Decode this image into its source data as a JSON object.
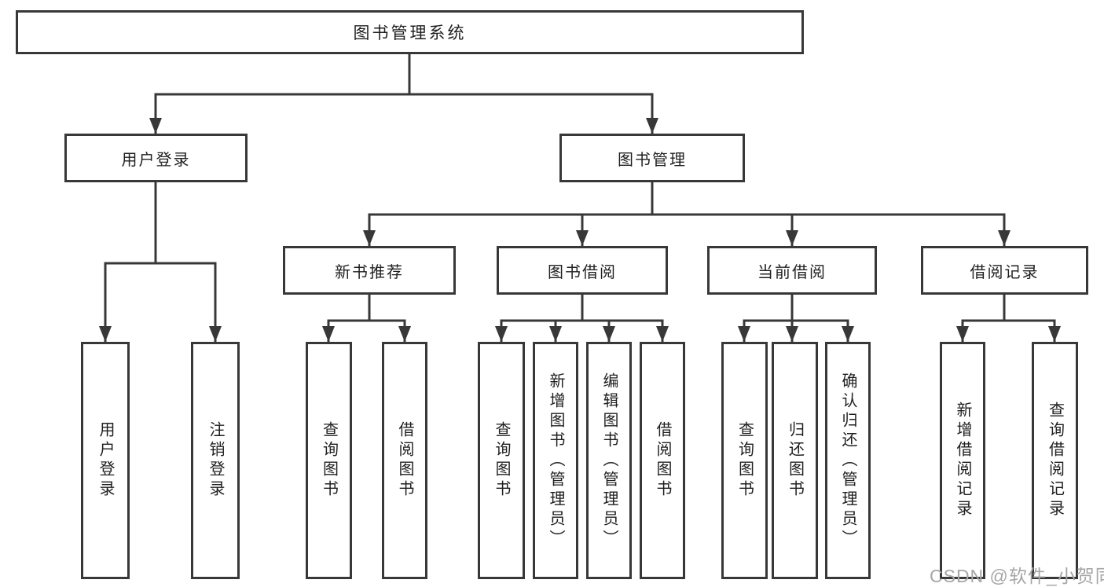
{
  "colors": {
    "line": "#383838",
    "box_border": "#383838",
    "text": "#1f1f1f",
    "background": "#ffffff",
    "watermark": "#a6a6a6"
  },
  "tree": {
    "root": {
      "label": "图书管理系统"
    },
    "branches": [
      {
        "label": "用户登录",
        "children": [
          {
            "label": "用户登录"
          },
          {
            "label": "注销登录"
          }
        ]
      },
      {
        "label": "图书管理",
        "children": [
          {
            "label": "新书推荐",
            "children": [
              {
                "label": "查询图书"
              },
              {
                "label": "借阅图书"
              }
            ]
          },
          {
            "label": "图书借阅",
            "children": [
              {
                "label": "查询图书"
              },
              {
                "label": "新增图书（管理员）"
              },
              {
                "label": "编辑图书（管理员）"
              },
              {
                "label": "借阅图书"
              }
            ]
          },
          {
            "label": "当前借阅",
            "children": [
              {
                "label": "查询图书"
              },
              {
                "label": "归还图书"
              },
              {
                "label": "确认归还（管理员）"
              }
            ]
          },
          {
            "label": "借阅记录",
            "children": [
              {
                "label": "新增借阅记录"
              },
              {
                "label": "查询借阅记录"
              }
            ]
          }
        ]
      }
    ]
  },
  "watermark": {
    "text": "CSDN @软件_小贺同学"
  }
}
